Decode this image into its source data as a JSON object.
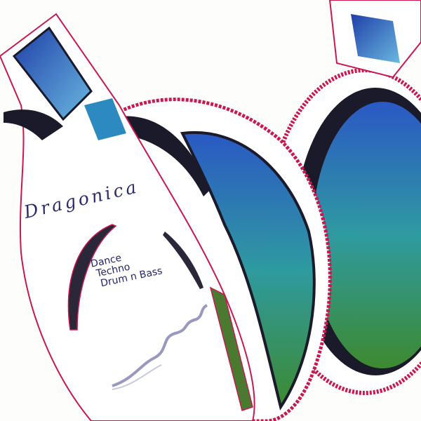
{
  "cover": {
    "artist": "Dragonica",
    "genres": [
      "Dance",
      "Techno",
      "Drum n Bass"
    ]
  },
  "colors": {
    "outline": "#c8184f",
    "cup_blue": "#2f6fc0",
    "cup_green": "#3f9a4a",
    "text": "#2c2a6e"
  }
}
